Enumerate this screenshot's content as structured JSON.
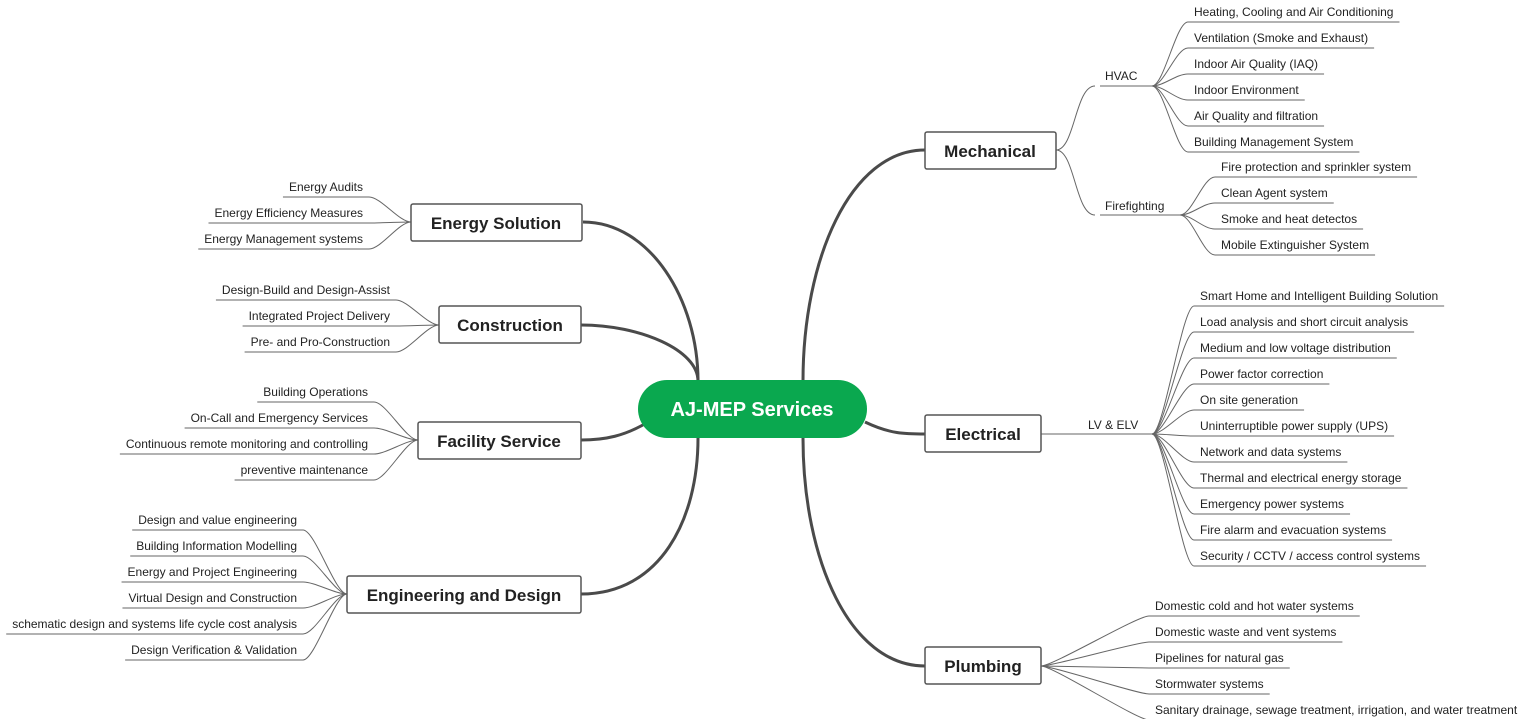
{
  "center": {
    "label": "AJ-MEP Services",
    "color": "#0aa84f"
  },
  "right": {
    "mechanical": {
      "label": "Mechanical",
      "hvac": {
        "label": "HVAC",
        "items": [
          "Heating, Cooling and Air Conditioning",
          "Ventilation (Smoke and Exhaust)",
          "Indoor Air Quality (IAQ)",
          "Indoor Environment",
          "Air Quality and filtration",
          "Building Management System"
        ]
      },
      "firefighting": {
        "label": "Firefighting",
        "items": [
          "Fire protection and sprinkler system",
          "Clean Agent system",
          "Smoke and heat detectos",
          "Mobile Extinguisher System"
        ]
      }
    },
    "electrical": {
      "label": "Electrical",
      "lv": {
        "label": "LV & ELV",
        "items": [
          "Smart Home and Intelligent Building Solution",
          "Load analysis and short circuit analysis",
          "Medium and low voltage distribution",
          "Power factor correction",
          "On site generation",
          "Uninterruptible power supply (UPS)",
          "Network and data systems",
          "Thermal and electrical energy storage",
          "Emergency power systems",
          "Fire alarm and evacuation systems",
          "Security / CCTV / access control systems"
        ]
      }
    },
    "plumbing": {
      "label": "Plumbing",
      "items": [
        "Domestic cold and hot water systems",
        "Domestic waste and vent systems",
        "Pipelines for natural gas",
        "Stormwater systems",
        "Sanitary drainage, sewage treatment, irrigation, and water treatment"
      ]
    }
  },
  "left": {
    "energy": {
      "label": "Energy Solution",
      "items": [
        "Energy Audits",
        "Energy Efficiency Measures",
        "Energy Management systems"
      ]
    },
    "construction": {
      "label": "Construction",
      "items": [
        "Design-Build and Design-Assist",
        "Integrated Project Delivery",
        "Pre- and Pro-Construction"
      ]
    },
    "facility": {
      "label": "Facility Service",
      "items": [
        "Building Operations",
        "On-Call and Emergency Services",
        "Continuous remote monitoring and controlling",
        "preventive maintenance"
      ]
    },
    "engineering": {
      "label": "Engineering and Design",
      "items": [
        "Design and value engineering",
        "Building Information Modelling",
        "Energy and Project Engineering",
        "Virtual Design and Construction",
        "schematic design and systems life cycle cost analysis",
        "Design Verification & Validation"
      ]
    }
  }
}
